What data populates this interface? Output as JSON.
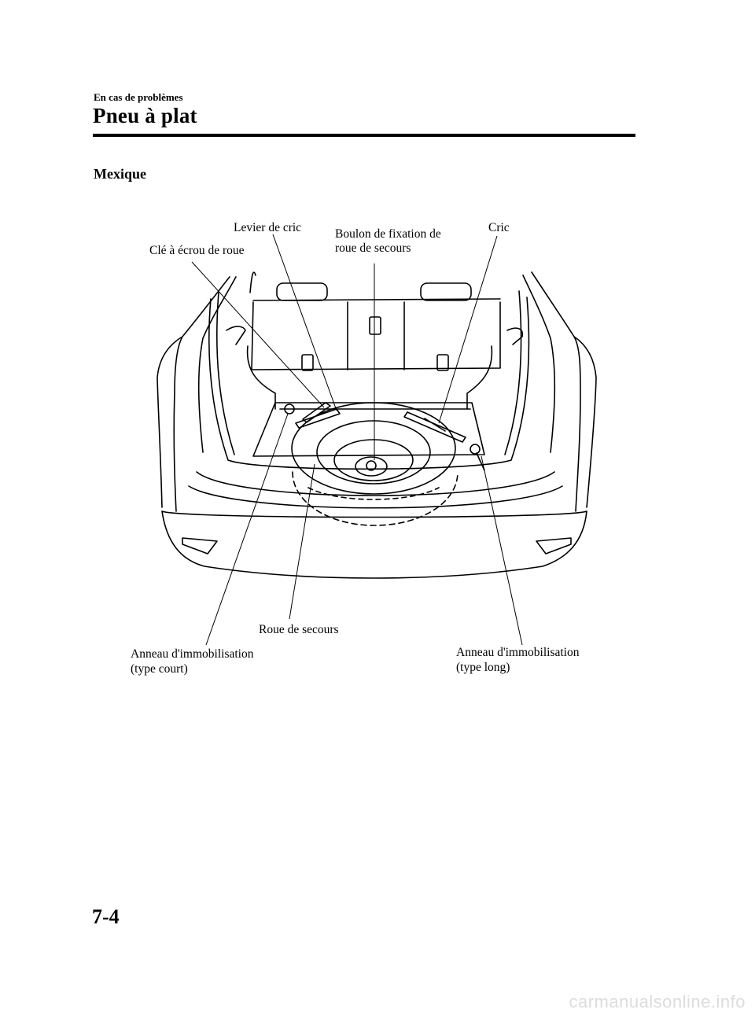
{
  "header": {
    "section": "En cas de problèmes",
    "title": "Pneu à plat"
  },
  "subsection": "Mexique",
  "diagram": {
    "labels": {
      "levier_de_cric": "Levier de cric",
      "boulon_line1": "Boulon de fixation de",
      "boulon_line2": "roue de secours",
      "cric": "Cric",
      "cle_ecrou": "Clé à écrou de roue",
      "roue_de_secours": "Roue de secours",
      "anneau_court_line1": "Anneau d'immobilisation",
      "anneau_court_line2": "(type court)",
      "anneau_long_line1": "Anneau d'immobilisation",
      "anneau_long_line2": "(type long)"
    }
  },
  "footer": {
    "page_number": "7-4",
    "watermark": "carmanualsonline.info"
  }
}
